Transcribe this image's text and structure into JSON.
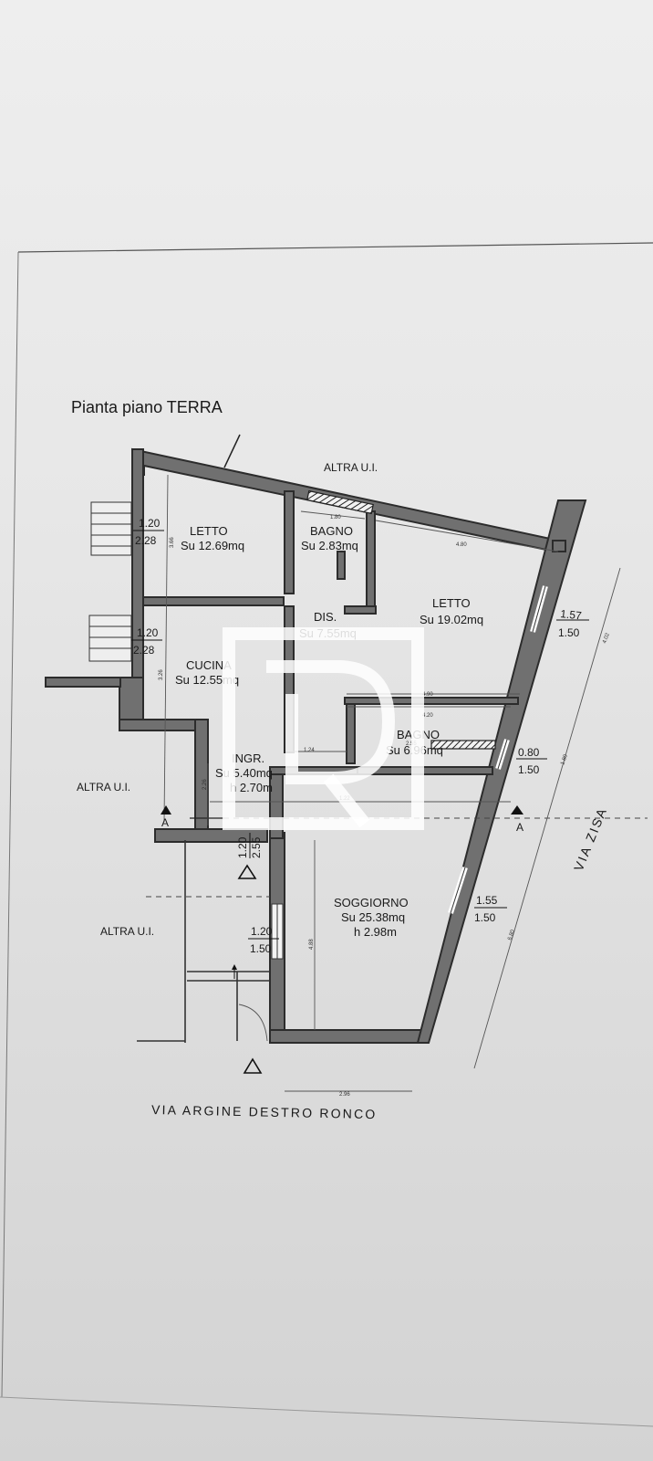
{
  "title": "Pianta piano TERRA",
  "neighbors": {
    "top": "ALTRA U.I.",
    "left_mid": "ALTRA U.I.",
    "left_low": "ALTRA U.I."
  },
  "streets": {
    "right": "VIA ZISA",
    "bottom": "VIA ARGINE DESTRO RONCO"
  },
  "rooms": [
    {
      "name": "LETTO",
      "area": "Su 12.69mq"
    },
    {
      "name": "BAGNO",
      "area": "Su 2.83mq"
    },
    {
      "name": "DIS.",
      "area": "Su 7.55mq"
    },
    {
      "name": "LETTO",
      "area": "Su 19.02mq"
    },
    {
      "name": "CUCINA",
      "area": "Su 12.55mq"
    },
    {
      "name": "BAGNO",
      "area": "Su 6.96mq"
    },
    {
      "name": "INGR.",
      "area": "Su 5.40mq",
      "height": "h 2.70m"
    },
    {
      "name": "SOGGIORNO",
      "area": "Su 25.38mq",
      "height": "h 2.98m"
    }
  ],
  "openings": [
    {
      "top": "1.20",
      "bottom": "2.28"
    },
    {
      "top": "1.20",
      "bottom": "2.28"
    },
    {
      "top": "1.57",
      "bottom": "1.50"
    },
    {
      "top": "0.80",
      "bottom": "1.50"
    },
    {
      "top": "1.20",
      "bottom": "2.55"
    },
    {
      "top": "1.55",
      "bottom": "1.50"
    },
    {
      "top": "1.20",
      "bottom": "1.50"
    }
  ],
  "dimensions": {
    "d1": "1.80",
    "d2": "4.80",
    "d3": "4.02",
    "d4": "1.80",
    "d5": "6.80",
    "d6": "4.90",
    "d7": "4.20",
    "d8": "1.24",
    "d9": "2.55",
    "d10": "2.96",
    "d11": "3.26",
    "d12": "3.66",
    "d13": "4.88",
    "d14": "2.26",
    "d15": "1.22"
  },
  "section_marks": [
    "A",
    "A"
  ]
}
